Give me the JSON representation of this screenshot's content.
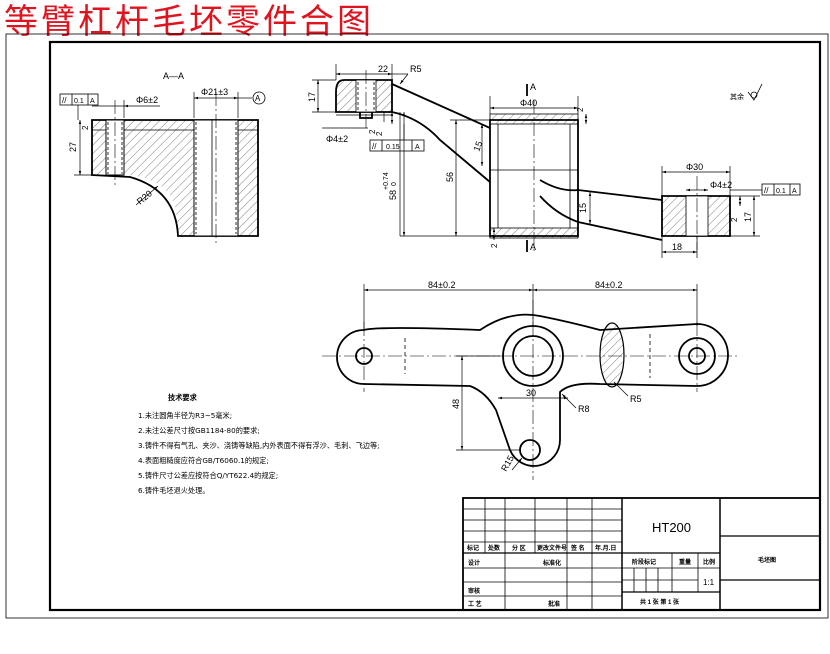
{
  "title": "等臂杠杆毛坯零件合图",
  "section": {
    "label": "A—A",
    "dims": {
      "d_left": "Φ6±2",
      "d_center": "Φ21±3",
      "height": "27",
      "top_small": "2",
      "radius": "R20",
      "geo_left": "0.1",
      "datum_left": "A",
      "datum_circle": "A"
    }
  },
  "front": {
    "dims": {
      "w22": "22",
      "r5": "R5",
      "h17": "17",
      "d4": "Φ4±2",
      "two_a": "2",
      "two_b": "2",
      "geo": "0.15",
      "geo_datum": "A",
      "section_a_top": "A",
      "section_a_bottom": "A",
      "d40": "Φ40",
      "two_c": "2",
      "h15": "15",
      "h56": "56",
      "h58": "58",
      "h58_tol": "+0.74",
      "h58_tol_low": "0",
      "two_d": "2",
      "h15b": "15",
      "d30": "Φ30",
      "d4b": "Φ4±2",
      "geo2": "0.1",
      "geo2_datum": "A",
      "two_e": "2",
      "h17b": "17",
      "w18": "18",
      "surface_note": "其余"
    }
  },
  "plan": {
    "dims": {
      "left84": "84±0.2",
      "right84": "84±0.2",
      "w30": "30",
      "h48": "48",
      "r8": "R8",
      "r5": "R5",
      "r15": "R15"
    }
  },
  "notes": {
    "heading": "技术要求",
    "items": [
      "1.未注圆角半径为R3~5毫米;",
      "2.未注公差尺寸按GB1184-80的要求;",
      "3.铸件不得有气孔、夹沙、浇铸等缺陷,内外表面不得有浮沙、毛刺、飞边等;",
      "4.表面粗糙度应符合GB/T6060.1的规定;",
      "5.铸件尺寸公差应按符合Q/YT622.4的规定;",
      "6.铸件毛坯退火处理。"
    ]
  },
  "title_block": {
    "material": "HT200",
    "part_name": "毛坯图",
    "scale": "1:1",
    "sheets": "共 1 张   第 1 张",
    "labels": {
      "mark": "标记",
      "count": "处数",
      "zone": "分 区",
      "doc_no": "更改文件号",
      "sign": "签 名",
      "date": "年.月.日",
      "design": "设计",
      "std": "标准化",
      "stage": "阶段标记",
      "weight": "重量",
      "ratio": "比例",
      "review": "审核",
      "process": "工 艺",
      "approve": "批准"
    }
  }
}
